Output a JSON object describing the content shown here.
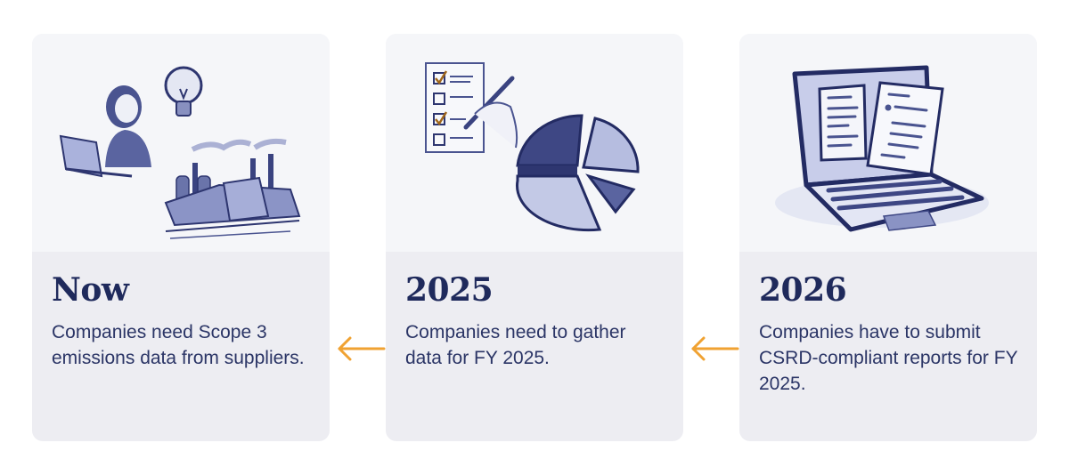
{
  "accent_color": "#f0a232",
  "text_color": "#1f2a5c",
  "cards": [
    {
      "title": "Now",
      "description": "Companies need Scope 3 emissions data from suppliers.",
      "illustration": "person-laptop-lightbulb-factory-illustration"
    },
    {
      "title": "2025",
      "description": "Companies need to gather data for FY 2025.",
      "illustration": "checklist-pen-pie-chart-illustration"
    },
    {
      "title": "2026",
      "description": "Companies have to submit CSRD-compliant reports for FY 2025.",
      "illustration": "laptop-documents-illustration"
    }
  ],
  "arrows": [
    {
      "direction": "left",
      "icon": "arrow-left-icon"
    },
    {
      "direction": "left",
      "icon": "arrow-left-icon"
    }
  ]
}
